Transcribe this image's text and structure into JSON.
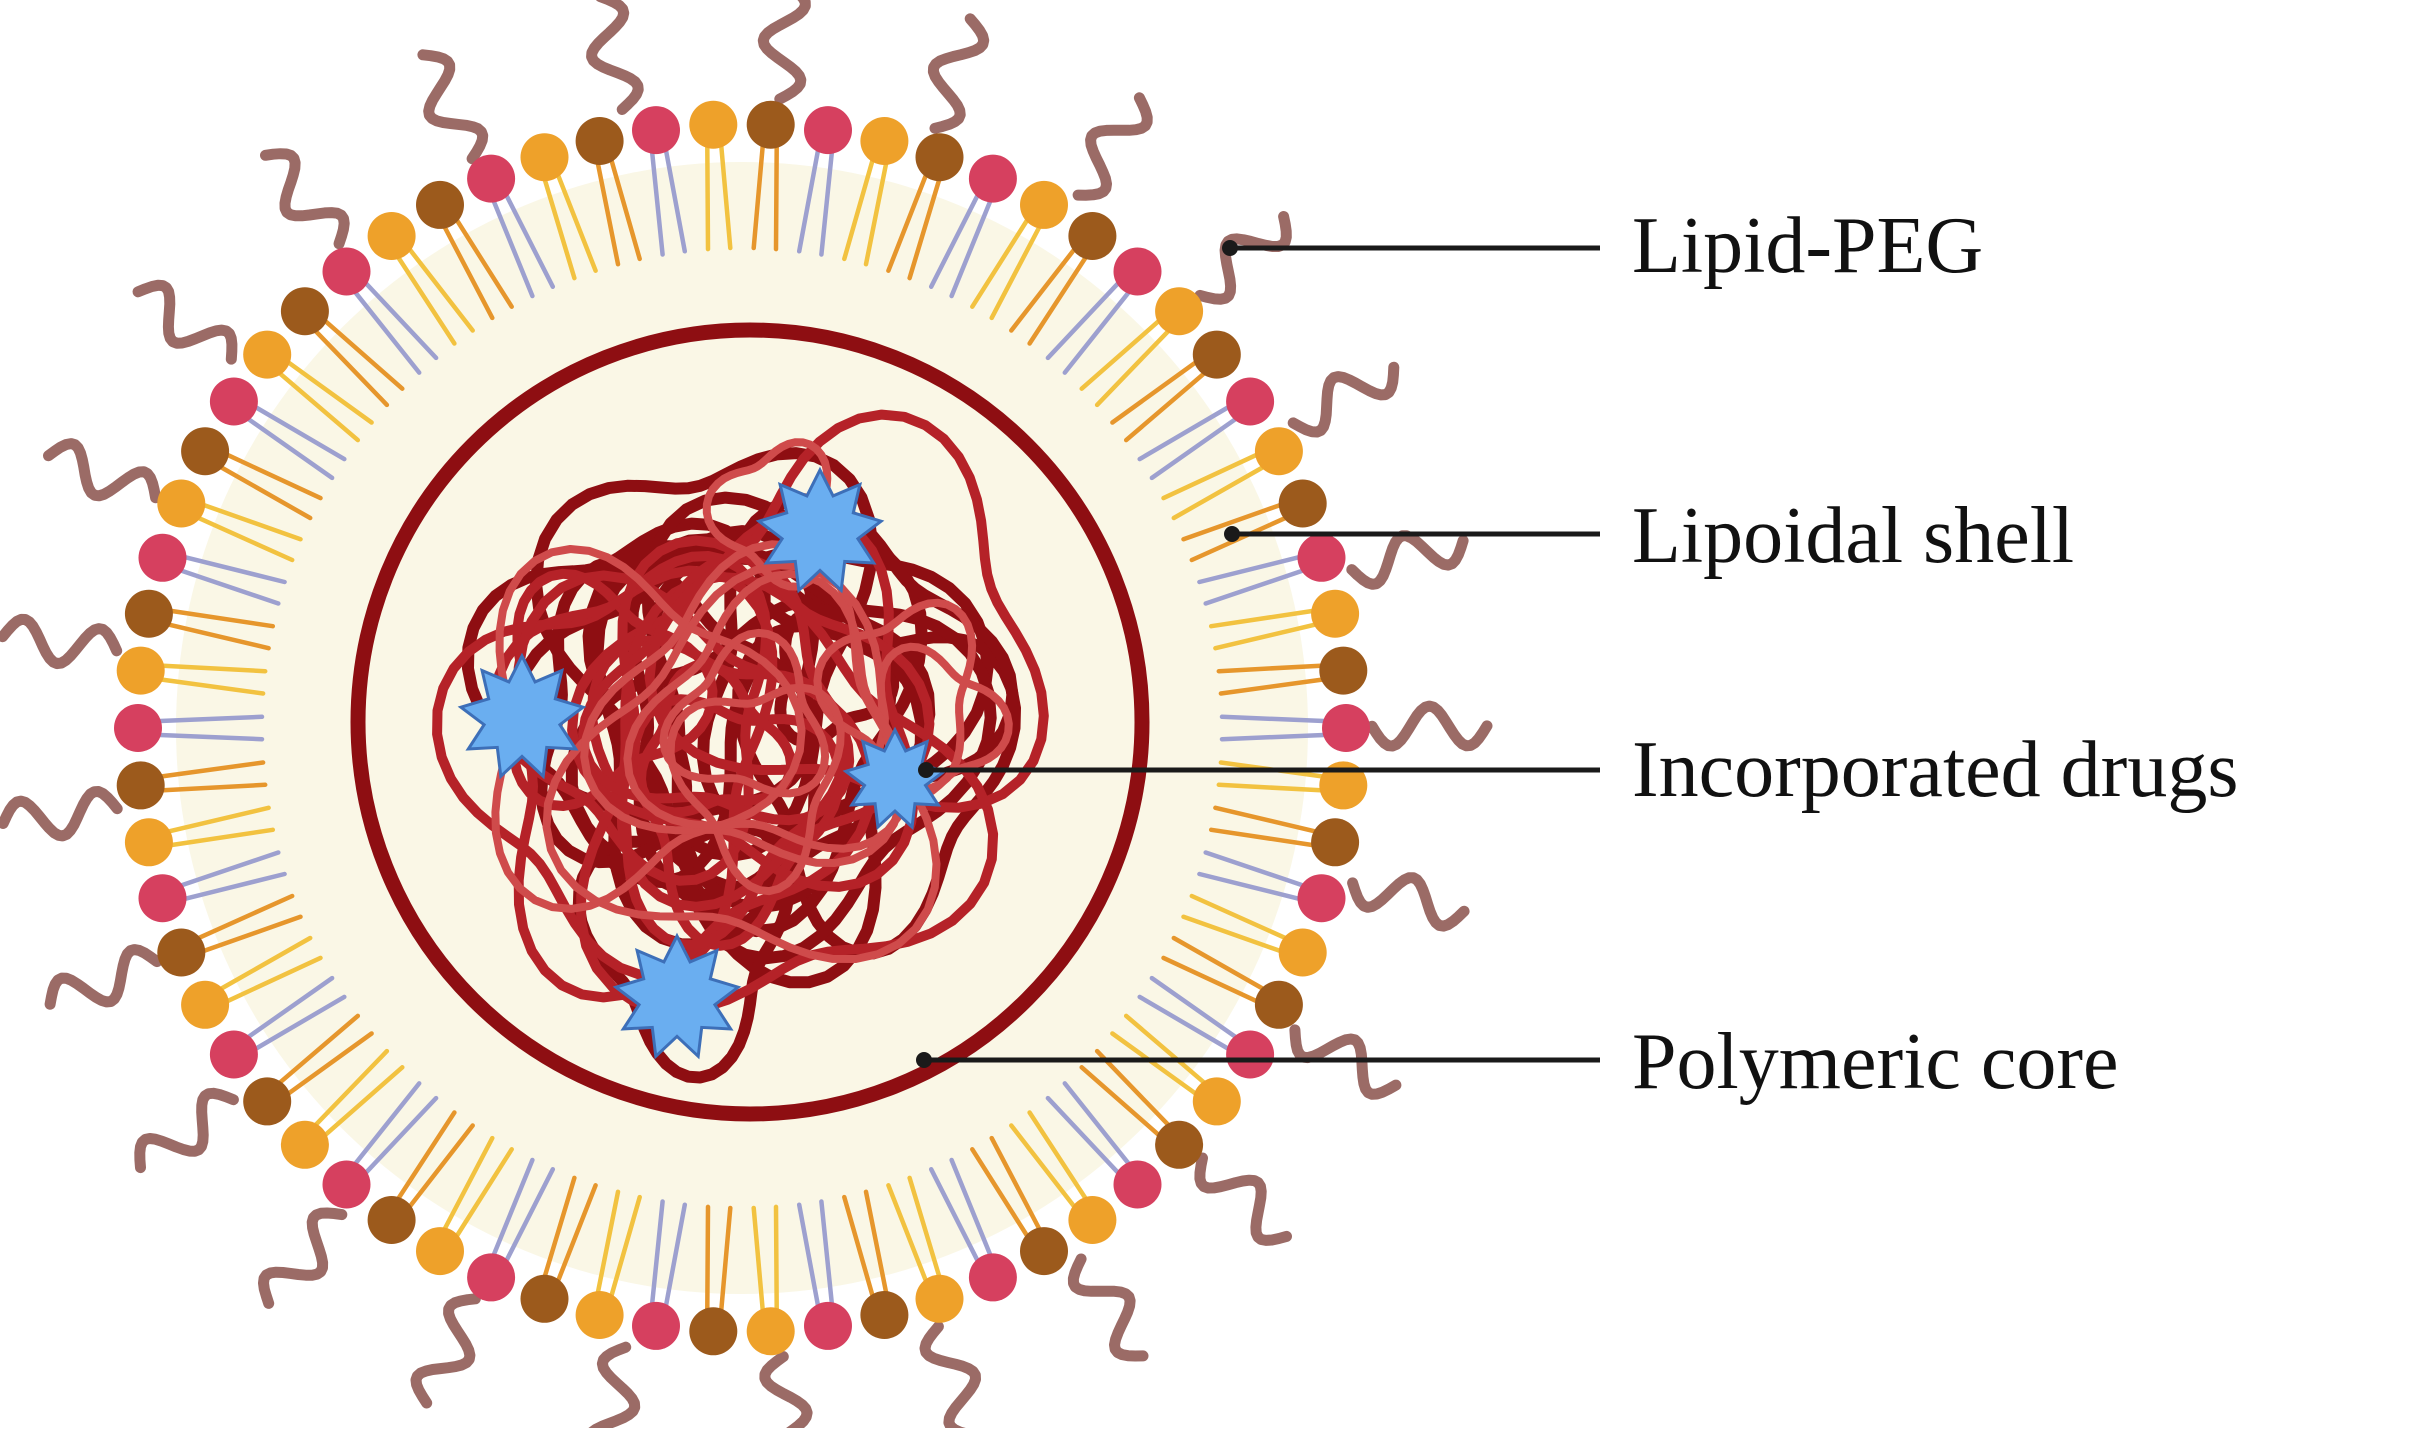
{
  "figure": {
    "labels": {
      "lipid_peg": "Lipid-PEG",
      "lipoidal_shell": "Lipoidal shell",
      "incorporated_drugs": "Incorporated drugs",
      "polymeric_core": "Polymeric core"
    },
    "colors": {
      "background": "#ffffff",
      "shell_fill": "#faf7e6",
      "head_pink": "#d6405f",
      "head_orange": "#eea12a",
      "head_brown": "#9c5a1c",
      "tail_yellow": "#f2c240",
      "tail_orange": "#e6962c",
      "tail_lavender": "#9da0cf",
      "peg_chain": "#9b6b66",
      "polymer_dark": "#8e0e12",
      "polymer_mid": "#b52228",
      "polymer_light": "#cf4b4b",
      "drug_fill": "#6aaef0",
      "drug_stroke": "#3d6fb8",
      "leader_line": "#1a1a1a",
      "label_text": "#111111"
    },
    "lipid_count": 66,
    "peg_count": 25,
    "drug_count": 4
  }
}
